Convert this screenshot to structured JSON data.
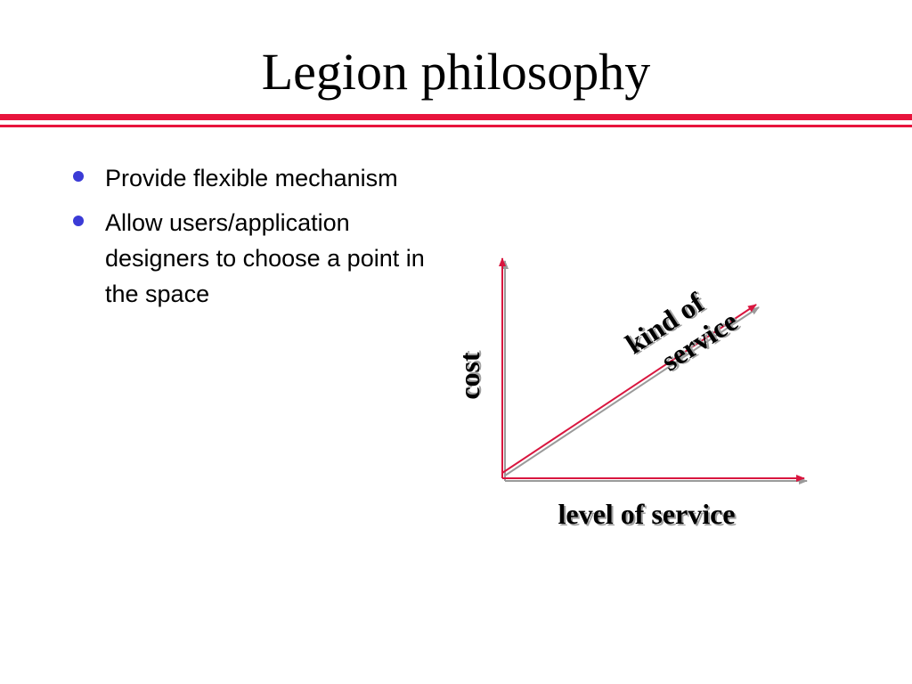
{
  "title": "Legion philosophy",
  "bullets": [
    {
      "text": "Provide flexible mechanism"
    },
    {
      "text": "Allow users/application designers to choose a point in the space"
    }
  ],
  "diagram": {
    "y_axis_label": "cost",
    "x_axis_label": "level of service",
    "diagonal_label_line1": "kind of",
    "diagonal_label_line2": "service"
  },
  "colors": {
    "rule": "#e8143c",
    "bullet": "#3b3bd6",
    "axis": "#d9163f",
    "axis_shadow": "#9a9a9a",
    "label_shadow": "#a0a0a0"
  }
}
